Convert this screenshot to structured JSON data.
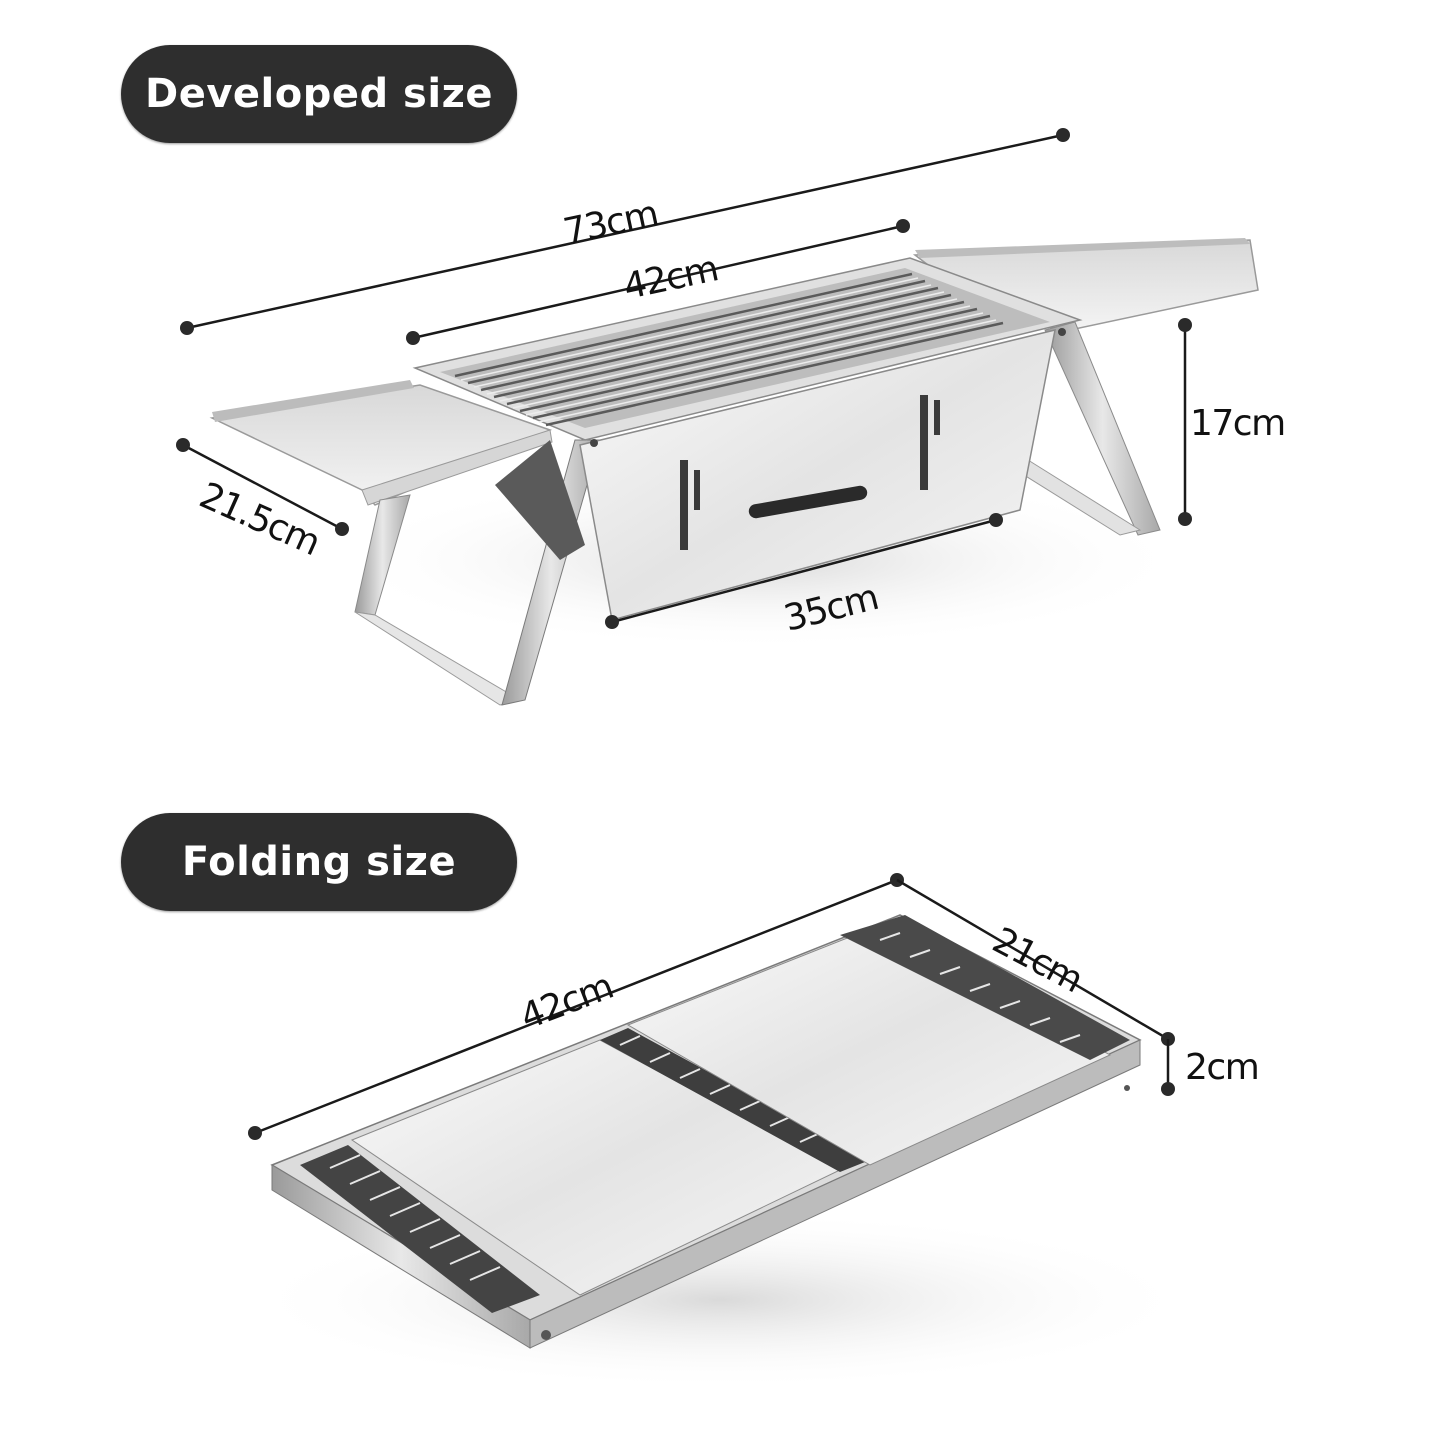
{
  "sections": {
    "developed": {
      "title": "Developed size",
      "dimensions": {
        "total_length": "73cm",
        "grill_length": "42cm",
        "shelf_depth": "21.5cm",
        "height": "17cm",
        "base_length": "35cm"
      }
    },
    "folding": {
      "title": "Folding size",
      "dimensions": {
        "length": "42cm",
        "width": "21cm",
        "thickness": "2cm"
      }
    }
  },
  "colors": {
    "pill_background": "#2e2e2e",
    "pill_text": "#ffffff",
    "dimension_line": "#1a1a1a",
    "steel_light": "#f2f2f2",
    "steel_mid": "#c8c8c8",
    "steel_dark": "#6e6e6e"
  }
}
